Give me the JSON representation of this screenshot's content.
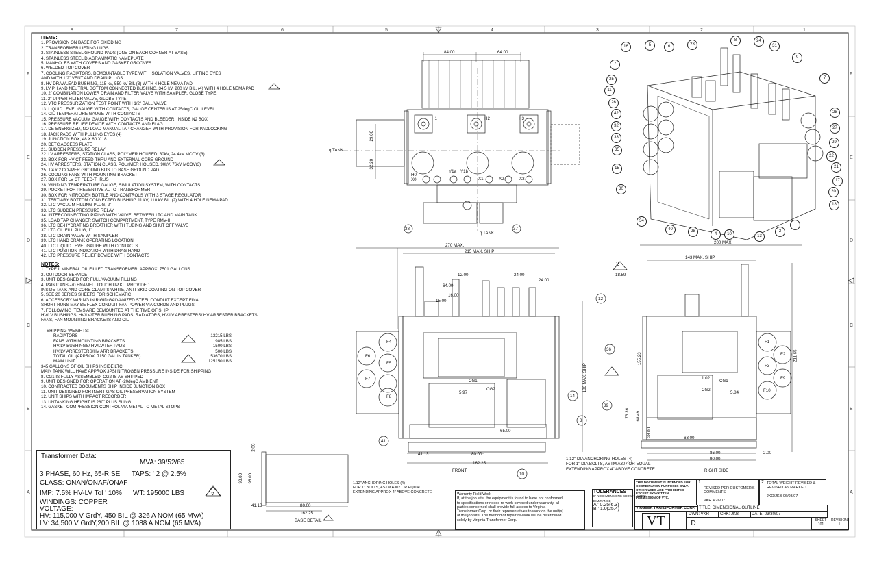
{
  "zones": {
    "top": [
      "8",
      "7",
      "6",
      "5",
      "4",
      "3",
      "2",
      "1"
    ],
    "side": [
      "F",
      "E",
      "D",
      "C",
      "B",
      "A"
    ]
  },
  "items": {
    "title": "ITEMS:",
    "list": [
      "1. PROVISION ON BASE FOR SKIDDING",
      "2. TRANSFORMER LIFTING LUGS",
      "3. STAINLESS STEEL GROUND PADS (ONE ON EACH CORNER AT BASE)",
      "4. STAINLESS STEEL DIAGRAMMATIC NAMEPLATE",
      "5. MANHOLES WITH COVERS AND GASKET GROOVES",
      "6. WELDED TOP COVER",
      "7. COOLING RADIATORS, DEMOUNTABLE TYPE WITH ISOLATION VALVES, LIFTING EYES",
      "   AND WITH 1/2\" VENT AND DRAIN PLUGS",
      "8. HV DRAWLEAD BUSHING, 115 kV, 550 kV BIL (3) WITH 4 HOLE NEMA PAD",
      "9. LV PH AND NEUTRAL BOTTOM CONNECTED BUSHING, 34.5 kV, 200 kV BIL, (4) WITH 4 HOLE NEMA PAD",
      "10. 2\" COMBINATION LOWER DRAIN AND FILTER VALVE WITH SAMPLER, GLOBE TYPE",
      "11. 2\" UPPER FILTER VALVE, GLOBE TYPE",
      "12. VTC PRESSURIZATION TEST POINT WITH 1/2\" BALL VALVE",
      "13. LIQUID LEVEL GAUGE WITH CONTACTS, GAUGE CENTER IS AT 25degC OIL LEVEL",
      "14. OIL TEMPERATURE GAUGE WITH CONTACTS",
      "15. PRESSURE VACUUM GAUGE WITH CONTACTS AND BLEEDER, INSIDE N2 BOX",
      "16. PRESSURE RELIEF DEVICE WITH CONTACTS AND FLAG",
      "17. DE-ENERGIZED, NO LOAD MANUAL TAP CHANGER WITH PROVISION FOR PADLOCKING",
      "18. JACK PADS WITH PULLING EYES (4)",
      "19. JUNCTION BOX, 48 X 60 X 18",
      "20. DETC ACCESS PLATE",
      "21. SUDDEN PRESSURE RELAY",
      "22. LV ARRESTERS, STATION CLASS, POLYMER HOUSED, 30kV, 24.4kV MCOV (3)",
      "23. BOX FOR HV CT FEED-THRU AND EXTERNAL CORE GROUND",
      "24. HV ARRESTERS, STATION CLASS, POLYMER HOUSED, 90kV, 76kV MCOV(3)",
      "25. 1/4 x 2 COPPER GROUND BUS TO BASE GROUND PAD",
      "26. COOLING FANS WITH MOUNTING BRACKET",
      "27. BOX FOR LV CT FEED-THRUS",
      "28. WINDING TEMPERATURE GAUGE, SIMULATION SYSTEM, WITH CONTACTS",
      "29. POCKET FOR PREVENTIVE AUTO TRANSFORMER",
      "30. BOX FOR NITROGEN BOTTLE AND CONTROLS WITH 3 STAGE REGULATOR",
      "31. TERTIARY BOTTOM CONNECTED BUSHING 11 kV, 110 kV BIL (2) WITH 4 HOLE NEMA PAD",
      "32. LTC VACUUM FILLING PLUG, 2\"",
      "33. LTC SUDDEN PRESSURE RELAY",
      "34. INTERCONNECTING PIPING WITH VALVE, BETWEEN LTC AND MAIN TANK",
      "35. LOAD TAP CHANGER SWITCH COMPARTMENT, TYPE RMV-II",
      "36. LTC DE-HYDRATING BREATHER WITH TUBING AND SHUT OFF VALVE",
      "37. LTC OIL FILL PLUG, 1\"",
      "38. LTC DRAIN VALVE WITH SAMPLER",
      "39. LTC HAND CRANK OPERATING LOCATION",
      "40. LTC LIQUID LEVEL GAUGE WITH CONTACTS",
      "41. LTC POSITION INDICATOR WITH DRAG HAND",
      "42. LTC PRESSURE RELIEF DEVICE WITH CONTACTS"
    ]
  },
  "notes": {
    "title": "NOTES:",
    "list": [
      "1. TYPE II MINERAL OIL FILLED TRANSFORMER, APPROX. 7501 GALLONS",
      "2. OUTDOOR SERVICE",
      "3. UNIT DESIGNED FOR FULL VACUUM FILLING",
      "4. PAINT: ANSI-70 ENAMEL, TOUCH UP KIT PROVIDED",
      "   INSIDE TANK AND CORE CLAMPS WHITE, ANTI-SKID COATING ON TOP COVER",
      "5. SEE 20 SERIES SHEETS FOR SCHEMATIC",
      "6. ACCESSORY WIRING IN RIGID GALVANIZED STEEL CONDUIT EXCEPT FINAL",
      "   SHORT RUNS MAY BE FLEX CONDUIT-FAN POWER VIA CORDS AND PLUGS",
      "7. FOLLOWING ITEMS ARE DEMOUNTED AT THE TIME OF SHIP",
      "   HV/LV BUSHINGS, HV/LV/TER BUSHING PADS, RADIATORS, HV/LV ARRESTERS/ HV ARRESTER BRACKETS,",
      "FANS, FAN MOUNTING BRACKETS AND OIL"
    ],
    "weights_title": "SHIPPING WEIGHTS:",
    "weights": [
      {
        "label": "RADIATORS",
        "value": "13215 LBS"
      },
      {
        "label": "FANS WITH MOUNTING BRACKETS",
        "value": "985 LBS"
      },
      {
        "label": "HV/LV BUSHINGS/ HV/LV/TER PADS",
        "value": "1500 LBS"
      },
      {
        "label": "HV/LV ARRESTERS/HV ARR BRACKETS",
        "value": "500 LBS"
      },
      {
        "label": "TOTAL OIL (APPROX. 7150 GAL IN TANKER)",
        "value": "53670 LBS"
      },
      {
        "label": "MAIN UNIT",
        "value": "125150 LBS"
      }
    ],
    "after_weights": [
      "   345 GALLONS OF OIL SHIPS INSIDE LTC",
      "   MAIN TANK WILL HAVE APPROX 3PSI NITROGEN PRESSURE INSIDE FOR SHIPPING",
      "8. CG1 IS FULLY ASSEMBLED, CG2 IS AS SHIPPED",
      "9. UNIT DESIGNED FOR OPERATION AT -20degC AMBIENT",
      "10. CONTRACTED DOCUMENTS SHIP INSIDE JUNCTION BOX",
      "11. UNIT DESIGNED FOR INERT GAS OIL PRESERVATION SYSTEM",
      "12. UNIT SHIPS WITH IMPACT RECORDER",
      "13. UNTANKING HEIGHT IS 280\" PLUS SLING",
      "14. GASKET COMPRESSION CONTROL VIA METAL TO METAL STOPS"
    ]
  },
  "transformer_data": {
    "title": "Transformer Data:",
    "mva": "MVA: 39/52/65",
    "phase": "3 PHASE, 60 Hz, 65-RISE",
    "taps": "TAPS: ' 2 @ 2.5%",
    "class": "CLASS:  ONAN/ONAF/ONAF",
    "imp": "IMP: 7.5% HV-LV Tol '  10%",
    "wt": "WT:  195000 LBS",
    "windings": "WINDINGS:  COPPER",
    "voltage": "VOLTAGE:",
    "hv": "HV: 115,000 V GrdY, 450 BIL @ 326 A NOM (65 MVA)",
    "lv": "LV: 34,500 V GrdY,200 BIL @ 1088 A NOM (65 MVA)",
    "rev_mark": "2"
  },
  "base_detail": {
    "label": "BASE DETAIL",
    "dims": [
      "2.00",
      "90.00",
      "98.00",
      "41.13",
      "80.00",
      "162.25"
    ],
    "note": [
      "1.12\" ANCHORING HOLES (4)",
      "FOR 1\" BOLTS, ASTM A307 OR EQUAL",
      "EXTENDING APPROX 4\" ABOVE CONCRETE"
    ]
  },
  "plan_view": {
    "dims": [
      "84.00",
      "64.00",
      "29.00",
      "32.20"
    ],
    "labels": [
      "H1",
      "H2",
      "H3",
      "H0",
      "X0",
      "Y1a",
      "Y1b",
      "X1",
      "X2",
      "X3"
    ],
    "tank_label": "q TANK",
    "tank_label2": "q TANK",
    "callouts": [
      "38",
      "37"
    ]
  },
  "front_view": {
    "dims": [
      "270 MAX.",
      "215 MAX. SHIP",
      "12.00",
      "24.00",
      "24.00",
      "64.00",
      "16.00",
      "15.00",
      "5.97",
      "65.00",
      "41.13",
      "80.00",
      "162.25",
      "180 MAX. SHIP"
    ],
    "labels": [
      "CG1",
      "CG2",
      "F4",
      "F5",
      "F6",
      "F7",
      "F8"
    ],
    "caption": "FRONT",
    "callouts": [
      "12",
      "14",
      "3",
      "41",
      "10"
    ],
    "anchor_note": [
      "1.12\" DIA ANCHORING HOLES (4)",
      "FOR 1\" DIA BOLTS, ASTM A307 OR EQUAL",
      "EXTENDING APPROX 4\" ABOVE CONCRETE"
    ]
  },
  "side_view": {
    "dims": [
      "200 MAX",
      "143 MAX. SHIP",
      "18.59",
      "211.65",
      "155.23",
      "73.36",
      "68.49",
      "28.00",
      "63.00",
      "1.02",
      "5.84",
      "86.00",
      "90.00",
      "2.00"
    ],
    "labels": [
      "CG1",
      "CG2",
      "F1",
      "F2",
      "F3",
      "F9",
      "F10"
    ],
    "caption": "RIGHT SIDE",
    "callouts": [
      "36",
      "39",
      "2"
    ]
  },
  "iso_callouts": {
    "left": [
      "16",
      "7",
      "25",
      "11",
      "26",
      "42",
      "32",
      "33",
      "35",
      "15",
      "30",
      "34"
    ],
    "top": [
      "5",
      "6",
      "23",
      "8",
      "24",
      "31"
    ],
    "right": [
      "9",
      "7",
      "28",
      "27",
      "29",
      "22",
      "21",
      "17",
      "20",
      "18",
      "1"
    ],
    "bottom": [
      "40",
      "28",
      "4",
      "10",
      "13",
      "2"
    ]
  },
  "warranty": {
    "title": "Warranty Field Work",
    "lines": [
      "If, at the job site, the equipment is found to have not conformed",
      "to specifications or needs re-work covered under warranty, all",
      "parties concerned shall provide full access to Virginia",
      "Transformer Corp. or their representatives to work on the unit(s)",
      "at the job site.  The method of repair/re-work will be determined",
      "solely by Virginia Transformer Corp."
    ]
  },
  "tolerances": {
    "title": "TOLERANCES",
    "sub": "IF NO DIMENSIONS SHOWN, SIZES:",
    "unit": "DIM/RANGE",
    "a": "A ' 0.25(6.3)",
    "b": "B ' 1.0(25.4)"
  },
  "title_block": {
    "confidential": [
      "THIS DOCUMENT IS INTENDED FOR",
      "COORDINATION PURPOSES ONLY.",
      "OTHER USES ARE PROHIBITED",
      "EXCEPT BY WRITTEN",
      "PERMISSION OF VTC."
    ],
    "rev1": "1",
    "rev1_text": "REVISED PER CUSTOMER'S COMMENTS",
    "rev1_by": "VKR  4/26/07",
    "rev2": "2",
    "rev2_text": "TOTAL WEIGHT REVISED & REVISED AS MARKED",
    "rev2_by": "JKO/JKB  06/08/07",
    "company": "VIRGINIA TRANSFORMER CORP.",
    "title": "TITLE: DIMENSIONAL OUTLINE",
    "dwn": "DWN: VKR",
    "chk": "CHK: JKB",
    "date": "DATE: 03/30/07",
    "size": "D",
    "logo": "VT",
    "sheet_label": "SHEET",
    "sheet": "101",
    "revision_label": "REVISION",
    "revision": "1"
  }
}
